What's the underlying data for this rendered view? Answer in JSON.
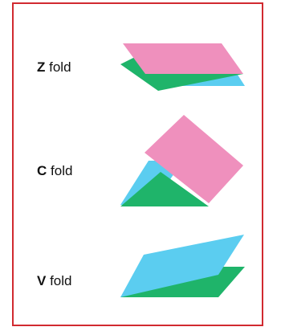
{
  "folds": [
    {
      "letter": "Z",
      "word": "fold"
    },
    {
      "letter": "C",
      "word": "fold"
    },
    {
      "letter": "V",
      "word": "fold"
    }
  ],
  "colors": {
    "border": "#d12a30",
    "pink_panel": "#ef90bd",
    "green_panel": "#1fb46a",
    "blue_panel": "#5bcdf0"
  }
}
